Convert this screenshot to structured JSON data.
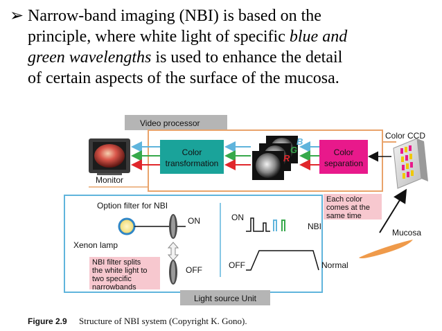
{
  "bullet": {
    "glyph": "➢",
    "line1": "Narrow-band imaging (NBI) is based on the",
    "line2_pre": "principle, where white light of specific ",
    "line2_em": "blue and",
    "line3_em": "green wavelengths",
    "line3_post": " is used to enhance the detail",
    "line4": "of certain aspects of the surface of the mucosa."
  },
  "diagram": {
    "video_processor": "Video processor",
    "color_ccd": "Color CCD",
    "color_transformation_1": "Color",
    "color_transformation_2": "transformation",
    "color_separation_1": "Color",
    "color_separation_2": "separation",
    "channel_b": "B",
    "channel_g": "G",
    "channel_r": "R",
    "monitor": "Monitor",
    "each_color_1": "Each color",
    "each_color_2": "comes at the",
    "each_color_3": "same time",
    "mucosa": "Mucosa",
    "option_filter": "Option filter for NBI",
    "on": "ON",
    "off": "OFF",
    "xenon_lamp": "Xenon lamp",
    "nbi_filter_1": "NBI filter splits",
    "nbi_filter_2": "the white light to",
    "nbi_filter_3": "two specific",
    "nbi_filter_4": "narrowbands",
    "graph_on": "ON",
    "graph_off": "OFF",
    "nbi": "NBI",
    "normal": "Normal",
    "light_source": "Light source Unit"
  },
  "caption": {
    "label": "Figure 2.9",
    "text": "Structure of NBI system (Copyright K. Gono)."
  },
  "colors": {
    "teal": "#1aa39a",
    "magenta": "#e8198b",
    "orange": "#e9a36a",
    "light_blue": "#5fb4dc",
    "gray_box": "#b5b5b5",
    "pink_box": "#f7c8cf"
  }
}
